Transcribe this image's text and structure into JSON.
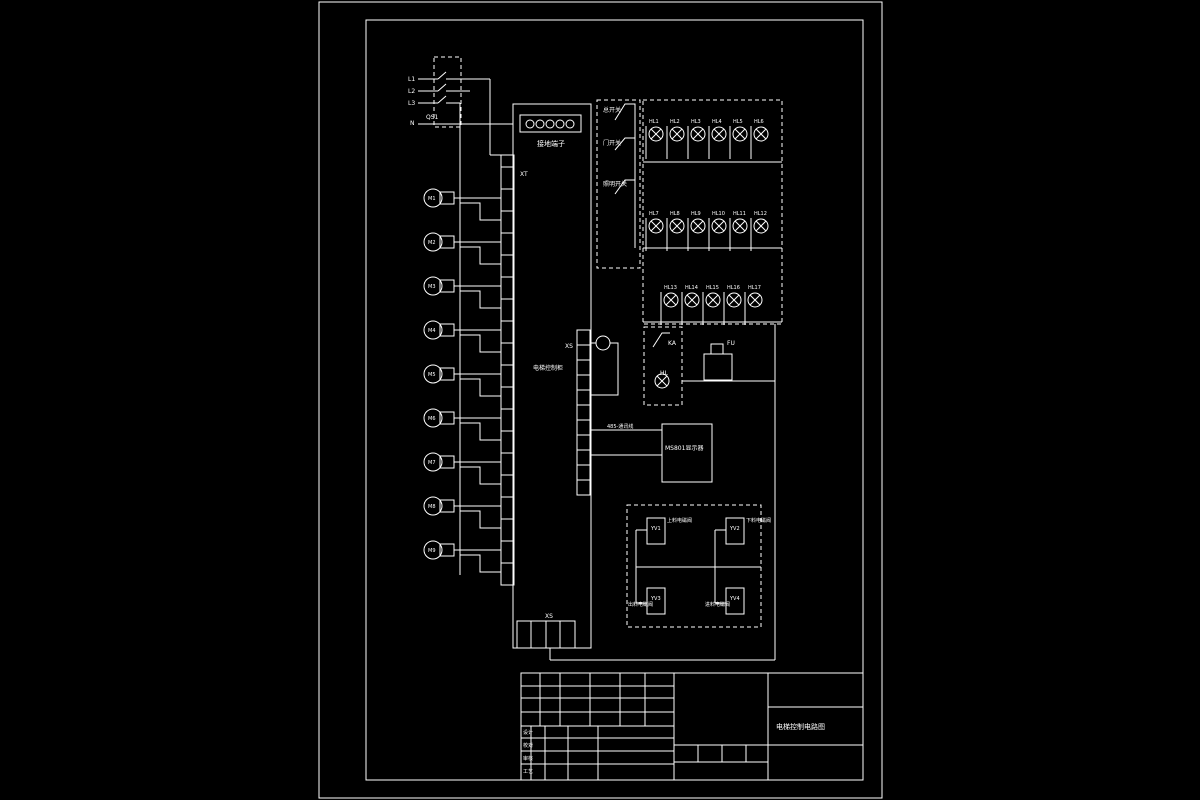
{
  "supply": {
    "phases": [
      "L1",
      "L2",
      "L3"
    ],
    "neutral": "N",
    "breaker": "QS1"
  },
  "terminal_block_top": "XT",
  "terminal_block_mid": "XS",
  "terminal_block_bottom": "XS",
  "grounding_label": "接地端子",
  "panel_label": "电梯控制柜",
  "motors": [
    "M1",
    "M2",
    "M3",
    "M4",
    "M5",
    "M6",
    "M7",
    "M8",
    "M9"
  ],
  "switches": [
    "总开关",
    "门开关",
    "照明开关"
  ],
  "lamps_row1": [
    "HL1",
    "HL2",
    "HL3",
    "HL4",
    "HL5",
    "HL6"
  ],
  "lamps_row2": [
    "HL7",
    "HL8",
    "HL9",
    "HL10",
    "HL11",
    "HL12"
  ],
  "lamps_row3": [
    "HL13",
    "HL14",
    "HL15",
    "HL16",
    "HL17"
  ],
  "alarm": {
    "relay": "KA",
    "lamp": "HL"
  },
  "fuse_label": "FU",
  "signal_label": "485-通讯线",
  "controller_label": "MS801显示器",
  "valves": [
    {
      "id": "YV1",
      "note": "上料电磁阀"
    },
    {
      "id": "YV2",
      "note": "下料电磁阀"
    },
    {
      "id": "YV3",
      "note": "出料电磁阀"
    },
    {
      "id": "YV4",
      "note": "进料电磁阀"
    }
  ],
  "title_block": {
    "drawing_title": "电梯控制电路图",
    "rows": [
      "设计",
      "校对",
      "审核",
      "工艺"
    ]
  }
}
